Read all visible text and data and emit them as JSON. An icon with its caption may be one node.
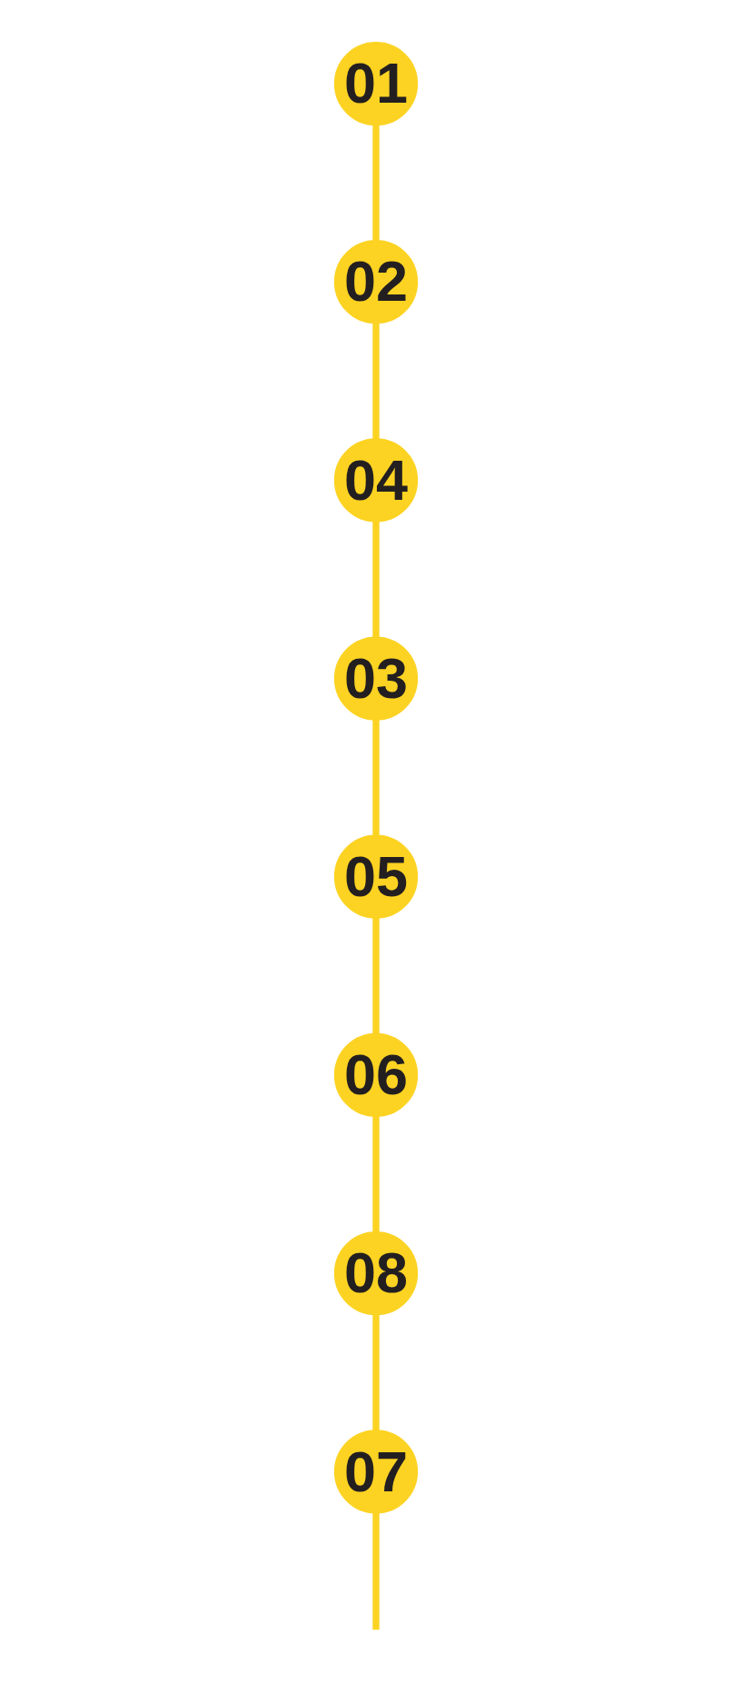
{
  "diagram": {
    "nodes": [
      {
        "text": [
          "01"
        ]
      },
      {
        "text": [
          "02"
        ]
      },
      {
        "text": [
          "03"
        ]
      },
      {
        "text": [
          "04"
        ]
      },
      {
        "text": [
          "05"
        ]
      },
      {
        "text": [
          "06"
        ]
      },
      {
        "text": [
          "07"
        ]
      },
      {
        "text": [
          "08"
        ]
      }
    ],
    "edges": [
      {
        "from": 0,
        "to": 1,
        "arrow": "none"
      },
      {
        "from": 1,
        "to": 3,
        "arrow": "none"
      },
      {
        "from": 3,
        "to": 2,
        "arrow": "none"
      },
      {
        "from": 2,
        "to": 4,
        "arrow": "none"
      },
      {
        "from": 4,
        "to": 5,
        "arrow": "none"
      },
      {
        "from": 5,
        "to": 7,
        "arrow": "none"
      },
      {
        "from": 7,
        "to": 6,
        "arrow": "none"
      },
      {
        "from": 6,
        "to": null,
        "arrow": "none"
      }
    ]
  }
}
